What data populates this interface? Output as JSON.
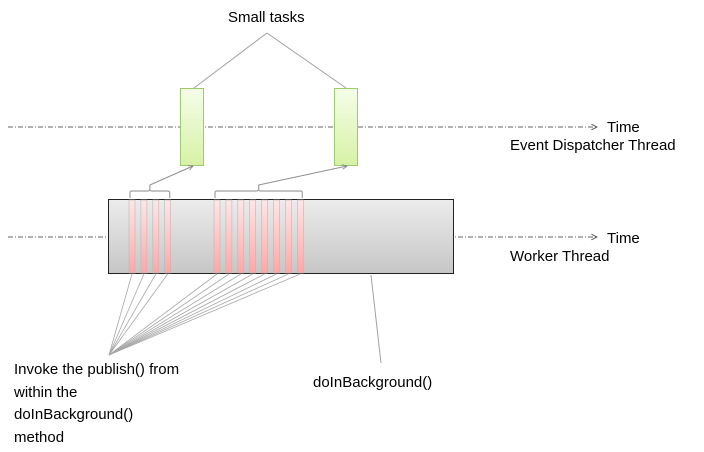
{
  "diagram": {
    "title_note": "Small tasks",
    "threads": [
      {
        "name": "Event Dispatcher Thread",
        "axis_label": "Time"
      },
      {
        "name": "Worker Thread",
        "axis_label": "Time"
      }
    ],
    "worker_block_label": "doInBackground()",
    "publish_label_lines": [
      "Invoke the publish() from",
      "within the",
      "doInBackground()",
      "method"
    ],
    "publish_groups": [
      {
        "count": 4
      },
      {
        "count": 8
      }
    ],
    "small_task_count": 2,
    "colors": {
      "task_fill_top": "#f5fde9",
      "task_fill_bottom": "#d6f2a6",
      "task_border": "#9ccc6c",
      "publish_fill_top": "#ffe6e6",
      "publish_fill_bottom": "#ffa6a6",
      "worker_fill_top": "#ececec",
      "worker_fill_bottom": "#c6c6c6",
      "line": "#a0a0a0"
    }
  }
}
